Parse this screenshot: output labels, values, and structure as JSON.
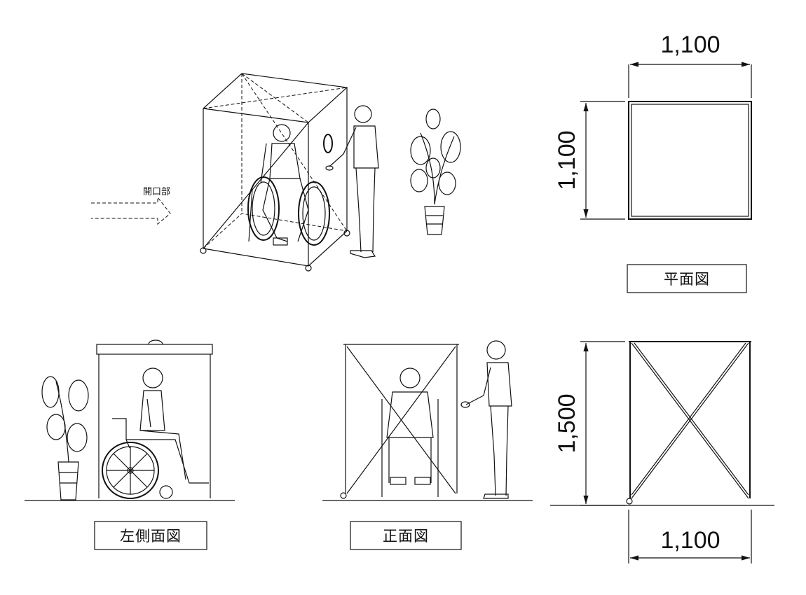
{
  "views": {
    "plan": {
      "label": "平面図",
      "width_dim": "1,100",
      "depth_dim": "1,100"
    },
    "front_elevation": {
      "label": "正面図"
    },
    "side_elevation": {
      "label": "左側面図"
    },
    "side_dimension_view": {
      "height_dim": "1,500",
      "width_dim": "1,100"
    },
    "isometric": {
      "opening_label": "開口部"
    }
  }
}
